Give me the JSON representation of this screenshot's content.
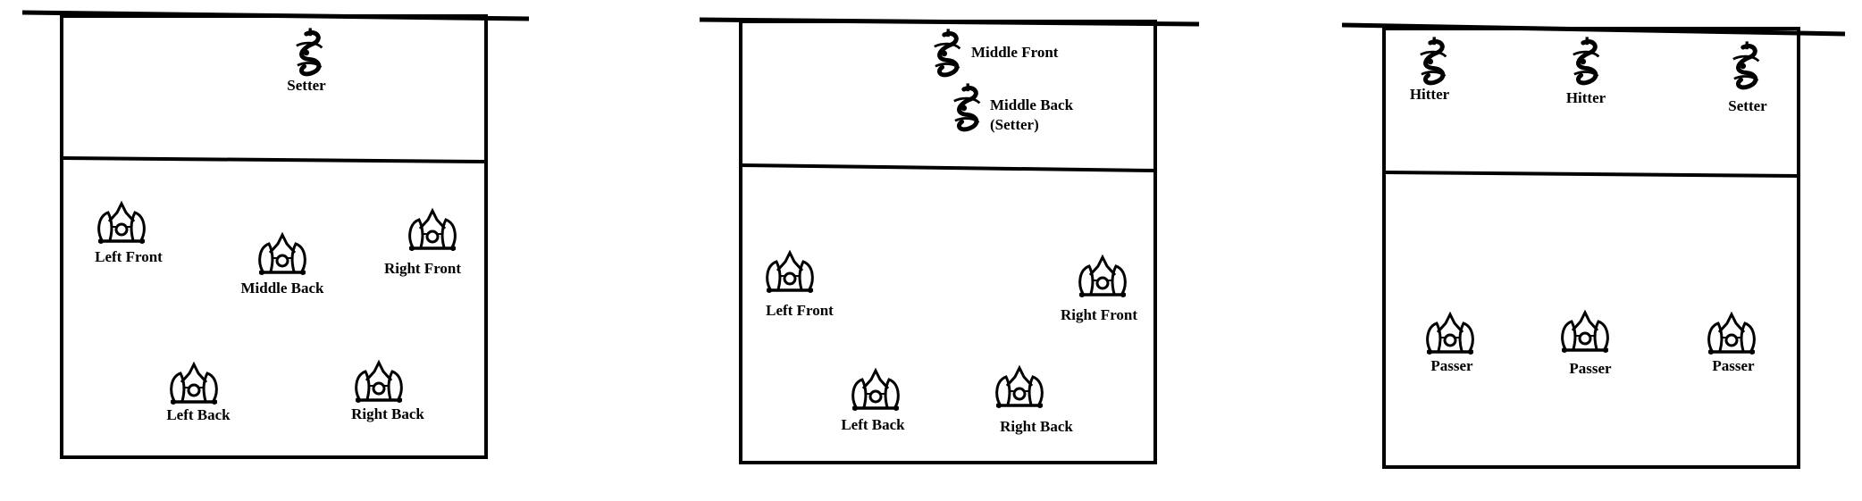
{
  "colors": {
    "ink": "#000000",
    "background": "#ffffff"
  },
  "icons": {
    "front_row_player": "setter-figure-icon",
    "back_row_player": "passer-figure-icon"
  },
  "diagrams": [
    {
      "name": "formation-1",
      "players": [
        {
          "id": "setter",
          "icon": "setter-figure-icon",
          "label": "Setter"
        },
        {
          "id": "left-front",
          "icon": "passer-figure-icon",
          "label": "Left Front"
        },
        {
          "id": "middle-back",
          "icon": "passer-figure-icon",
          "label": "Middle Back"
        },
        {
          "id": "right-front",
          "icon": "passer-figure-icon",
          "label": "Right Front"
        },
        {
          "id": "left-back",
          "icon": "passer-figure-icon",
          "label": "Left Back"
        },
        {
          "id": "right-back",
          "icon": "passer-figure-icon",
          "label": "Right Back"
        }
      ]
    },
    {
      "name": "formation-2",
      "players": [
        {
          "id": "middle-front",
          "icon": "setter-figure-icon",
          "label": "Middle Front"
        },
        {
          "id": "middle-back-setter",
          "icon": "setter-figure-icon",
          "label": "Middle Back",
          "sublabel": "(Setter)"
        },
        {
          "id": "left-front",
          "icon": "passer-figure-icon",
          "label": "Left Front"
        },
        {
          "id": "right-front",
          "icon": "passer-figure-icon",
          "label": "Right Front"
        },
        {
          "id": "left-back",
          "icon": "passer-figure-icon",
          "label": "Left Back"
        },
        {
          "id": "right-back",
          "icon": "passer-figure-icon",
          "label": "Right Back"
        }
      ]
    },
    {
      "name": "formation-3",
      "players": [
        {
          "id": "hitter-1",
          "icon": "setter-figure-icon",
          "label": "Hitter"
        },
        {
          "id": "hitter-2",
          "icon": "setter-figure-icon",
          "label": "Hitter"
        },
        {
          "id": "setter",
          "icon": "setter-figure-icon",
          "label": "Setter"
        },
        {
          "id": "passer-1",
          "icon": "passer-figure-icon",
          "label": "Passer"
        },
        {
          "id": "passer-2",
          "icon": "passer-figure-icon",
          "label": "Passer"
        },
        {
          "id": "passer-3",
          "icon": "passer-figure-icon",
          "label": "Passer"
        }
      ]
    }
  ]
}
